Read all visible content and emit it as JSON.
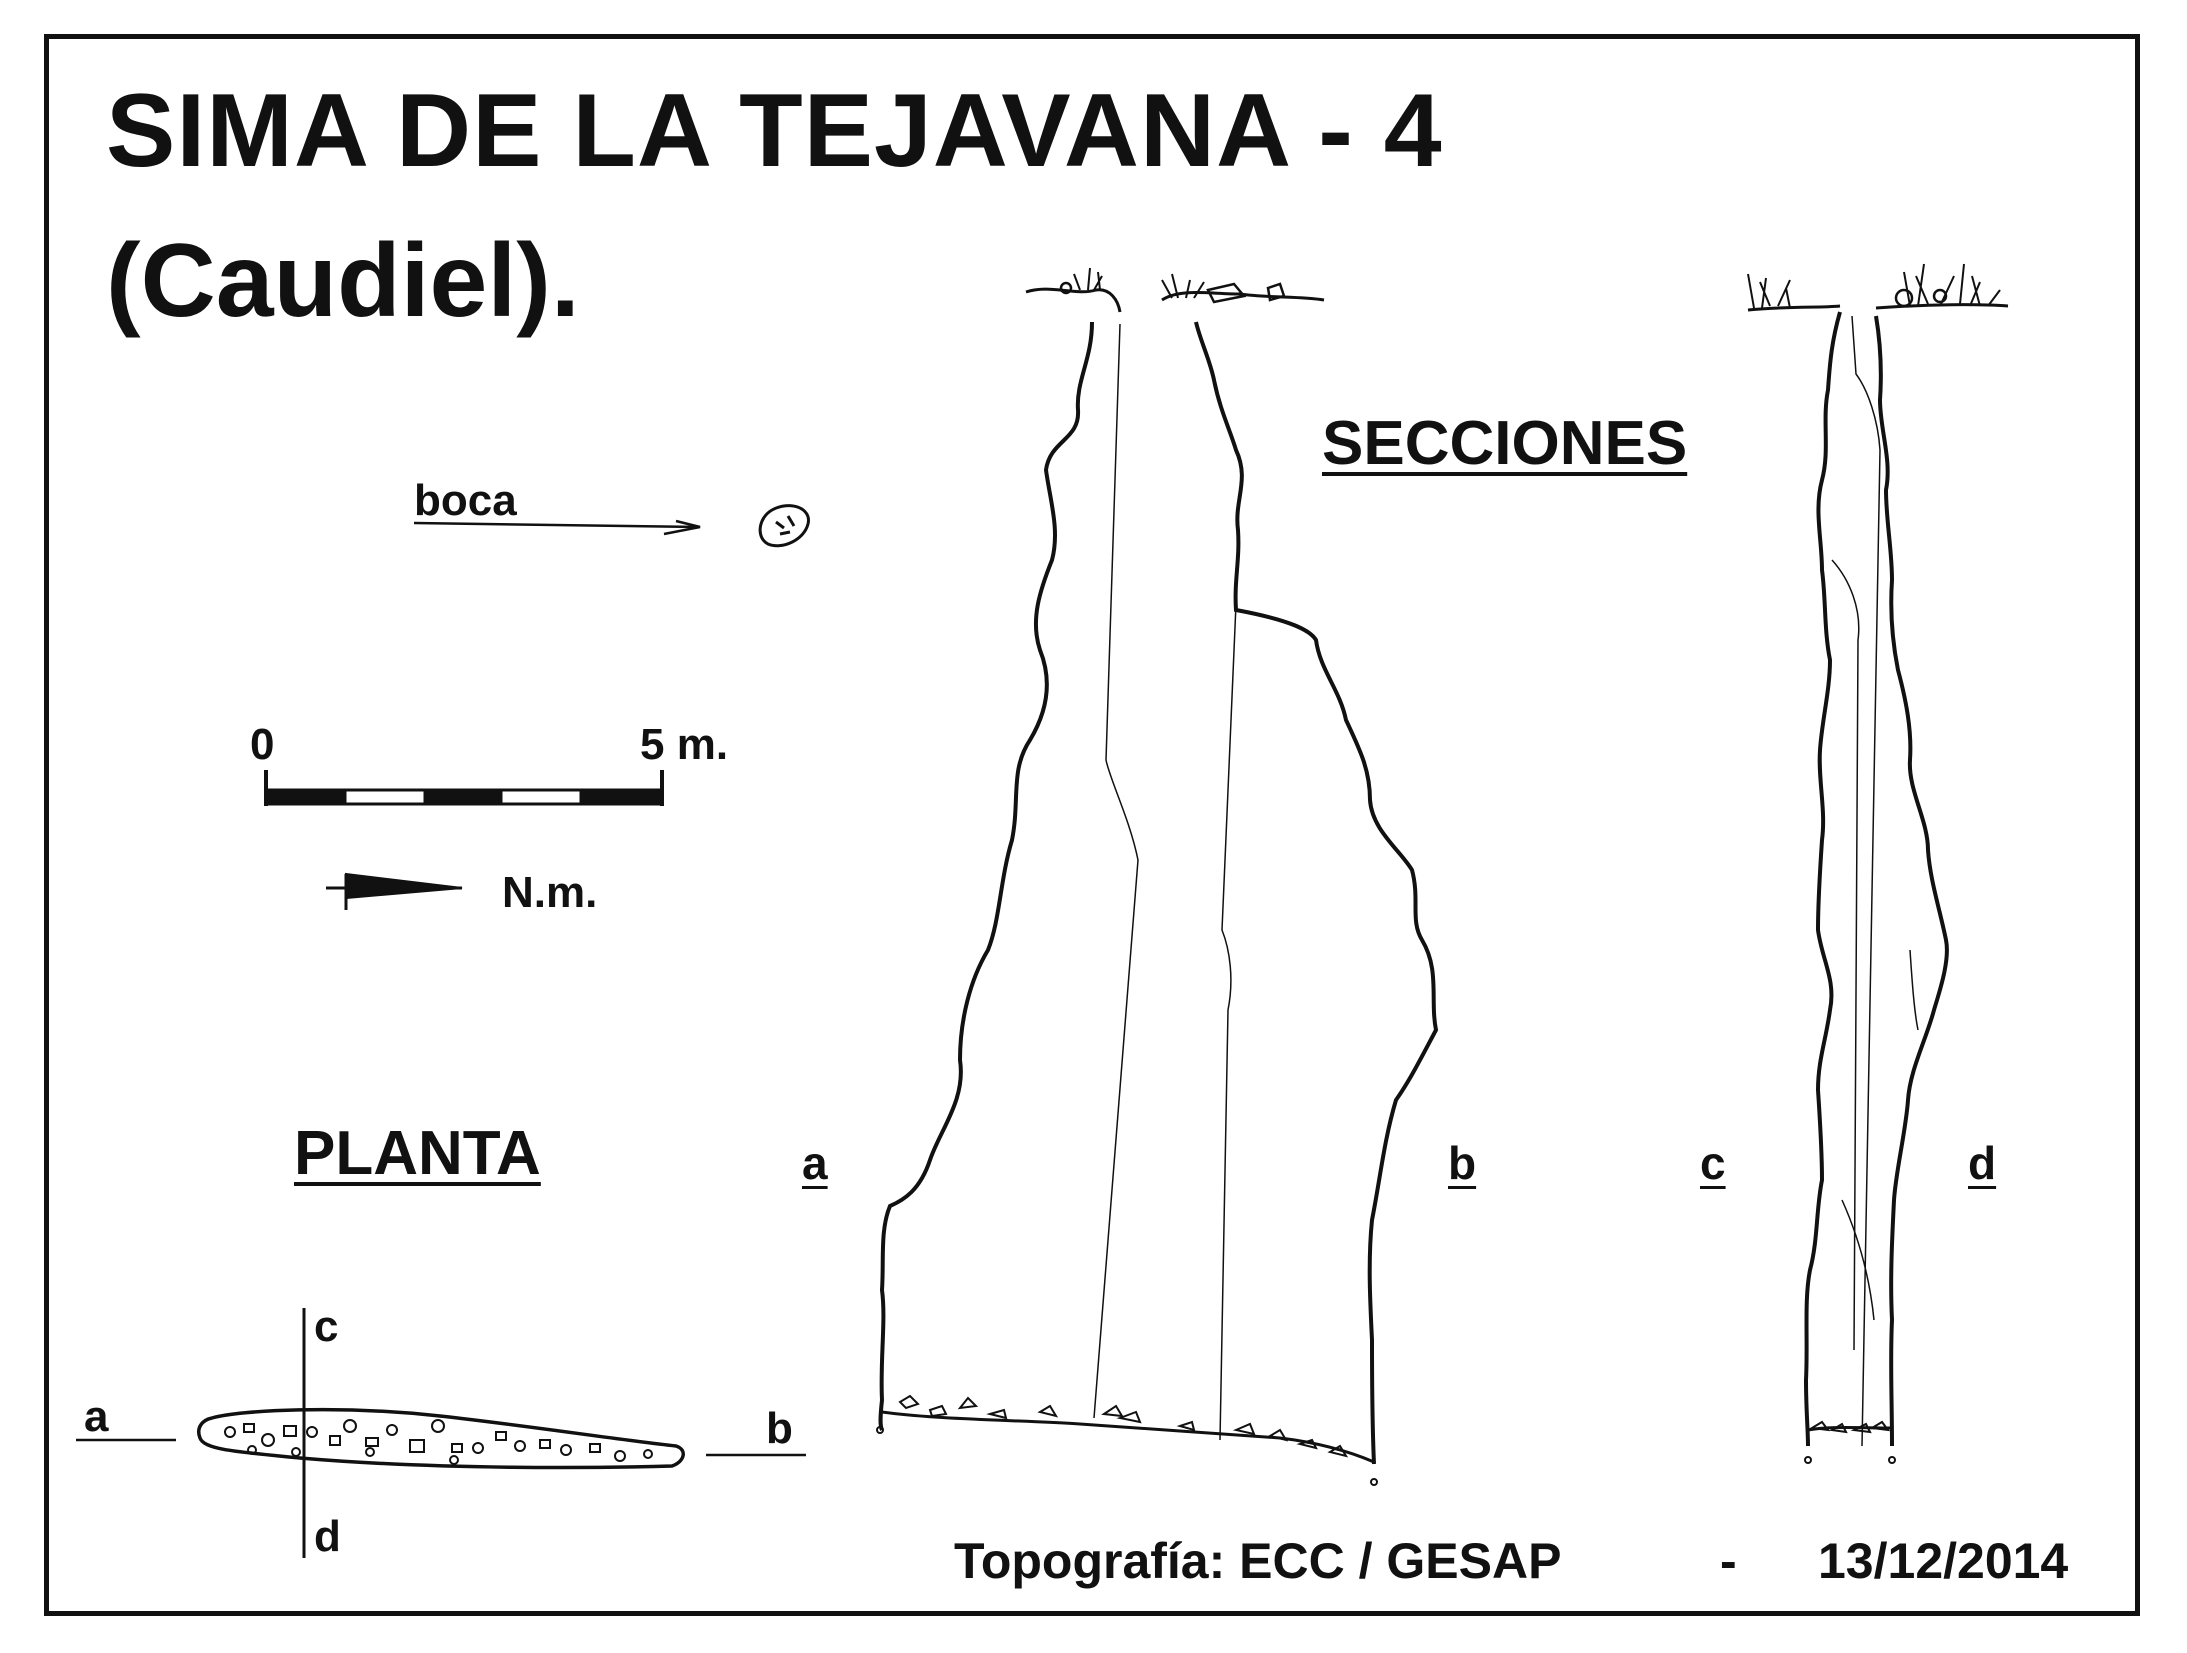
{
  "title": "SIMA  DE  LA  TEJAVANA - 4",
  "subtitle": "(Caudiel).",
  "sections_heading": "SECCIONES",
  "plan_heading": "PLANTA",
  "entrance_label": "boca",
  "scale": {
    "start": "0",
    "end": "5 m."
  },
  "north_label": "N.m.",
  "section_labels": {
    "a": "a",
    "b": "b",
    "c": "c",
    "d": "d"
  },
  "plan_labels": {
    "a": "a",
    "b": "b",
    "c": "c",
    "d": "d"
  },
  "footer": {
    "credit": "Topografía:  ECC / GESAP",
    "separator": "-",
    "date": "13/12/2014"
  }
}
